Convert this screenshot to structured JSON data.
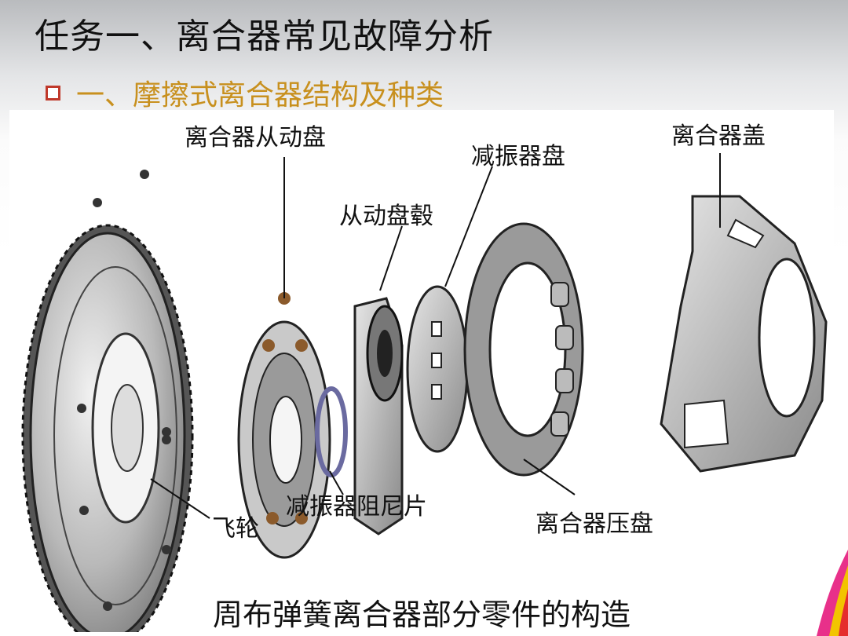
{
  "slide": {
    "title": "任务一、离合器常见故障分析",
    "bullet": "一、摩擦式离合器结构及种类"
  },
  "figure": {
    "labels": {
      "driven_disc": "离合器从动盘",
      "damper_disc": "减振器盘",
      "hub": "从动盘毂",
      "cover": "离合器盖",
      "damper_plate": "减振器阻尼片",
      "pressure_plate": "离合器压盘",
      "flywheel": "飞轮"
    },
    "caption": "周布弹簧离合器部分零件的构造"
  },
  "colors": {
    "bullet_square": "#c0392b",
    "bullet_text": "#c8901e",
    "ribbon_pink": "#e8308a",
    "ribbon_yellow": "#f2c400",
    "ribbon_red": "#e52d2d"
  }
}
